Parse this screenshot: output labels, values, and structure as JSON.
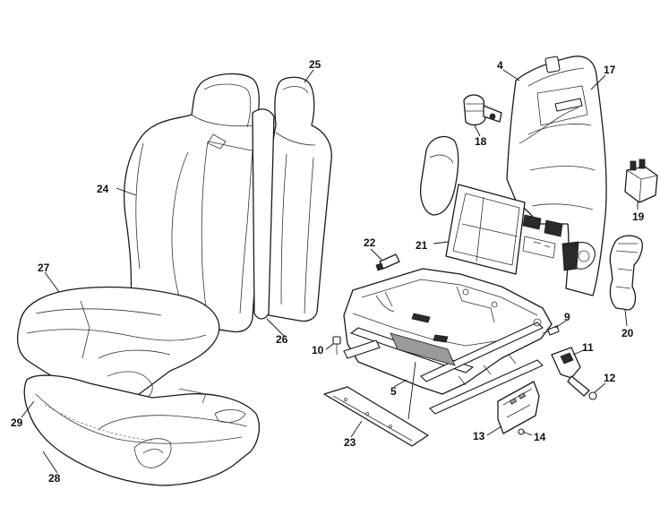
{
  "callouts": [
    {
      "id": "label-24",
      "text": "24"
    },
    {
      "id": "label-25",
      "text": "25"
    },
    {
      "id": "label-26",
      "text": "26"
    },
    {
      "id": "label-27",
      "text": "27"
    },
    {
      "id": "label-28",
      "text": "28"
    },
    {
      "id": "label-29",
      "text": "29"
    },
    {
      "id": "label-4",
      "text": "4"
    },
    {
      "id": "label-17",
      "text": "17"
    },
    {
      "id": "label-18",
      "text": "18"
    },
    {
      "id": "label-19",
      "text": "19"
    },
    {
      "id": "label-20",
      "text": "20"
    },
    {
      "id": "label-21",
      "text": "21"
    },
    {
      "id": "label-22",
      "text": "22"
    },
    {
      "id": "label-9",
      "text": "9"
    },
    {
      "id": "label-10",
      "text": "10"
    },
    {
      "id": "label-11",
      "text": "11"
    },
    {
      "id": "label-12",
      "text": "12"
    },
    {
      "id": "label-5",
      "text": "5"
    },
    {
      "id": "label-23",
      "text": "23"
    },
    {
      "id": "label-13",
      "text": "13"
    },
    {
      "id": "label-14",
      "text": "14"
    }
  ]
}
